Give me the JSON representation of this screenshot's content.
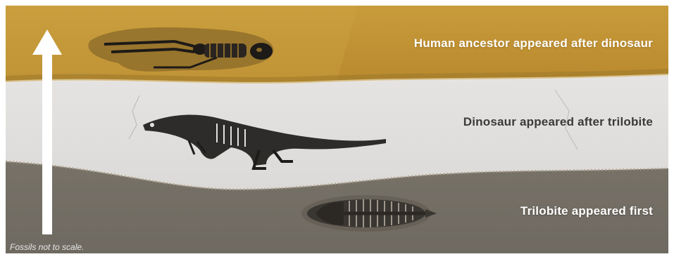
{
  "labels": {
    "top": "Human ancestor appeared after dinosaur",
    "middle": "Dinosaur appeared after trilobite",
    "bottom": "Trilobite appeared first"
  },
  "footnote": "Fossils not to scale.",
  "colors": {
    "top_layer": "#c79a3a",
    "middle_layer": "#e2e0df",
    "bottom_layer": "#7b756b",
    "arrow": "#ffffff"
  },
  "icons": {
    "arrow": "up-arrow-icon",
    "fossil_top": "human-skeleton-icon",
    "fossil_middle": "dinosaur-skeleton-icon",
    "fossil_bottom": "trilobite-icon"
  }
}
